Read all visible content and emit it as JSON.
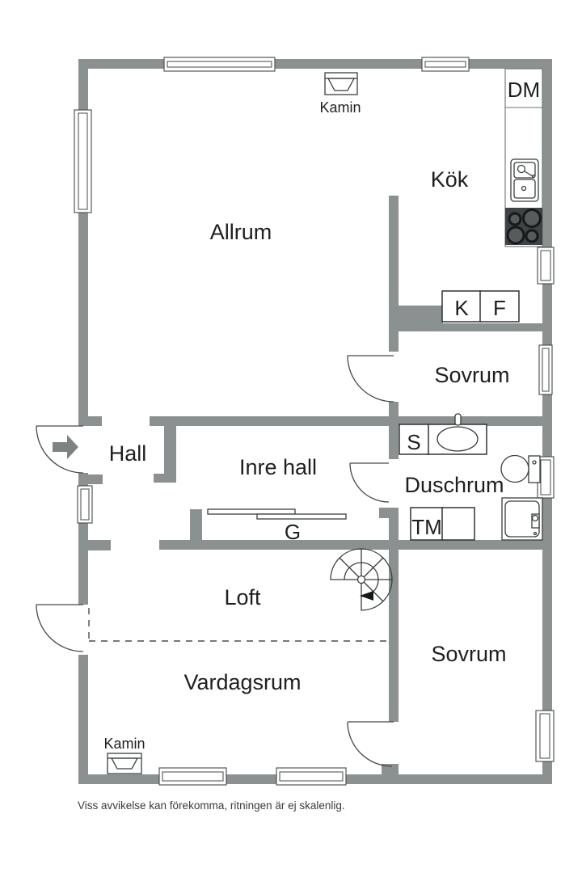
{
  "colors": {
    "wall": "#8b9090",
    "stove": "#3f4345",
    "arrow": "#7d8383",
    "text": "#1d1f20"
  },
  "rooms": {
    "allrum": {
      "label": "Allrum"
    },
    "kok": {
      "label": "Kök"
    },
    "sovrum_upper": {
      "label": "Sovrum"
    },
    "hall": {
      "label": "Hall"
    },
    "inre_hall": {
      "label": "Inre hall"
    },
    "duschrum": {
      "label": "Duschrum"
    },
    "loft": {
      "label": "Loft"
    },
    "vardagsrum": {
      "label": "Vardagsrum"
    },
    "sovrum_lower": {
      "label": "Sovrum"
    }
  },
  "appliances": {
    "dishwasher": {
      "label": "DM"
    },
    "fridge": {
      "label": "K"
    },
    "freezer": {
      "label": "F"
    },
    "sink_cabinet": {
      "label": "S"
    },
    "washing_machine": {
      "label": "TM"
    },
    "wardrobe": {
      "label": "G"
    }
  },
  "fixtures": {
    "fireplace_top": {
      "label": "Kamin"
    },
    "fireplace_bottom": {
      "label": "Kamin"
    }
  },
  "footer": {
    "disclaimer": "Viss avvikelse kan förekomma, ritningen är ej skalenlig."
  }
}
